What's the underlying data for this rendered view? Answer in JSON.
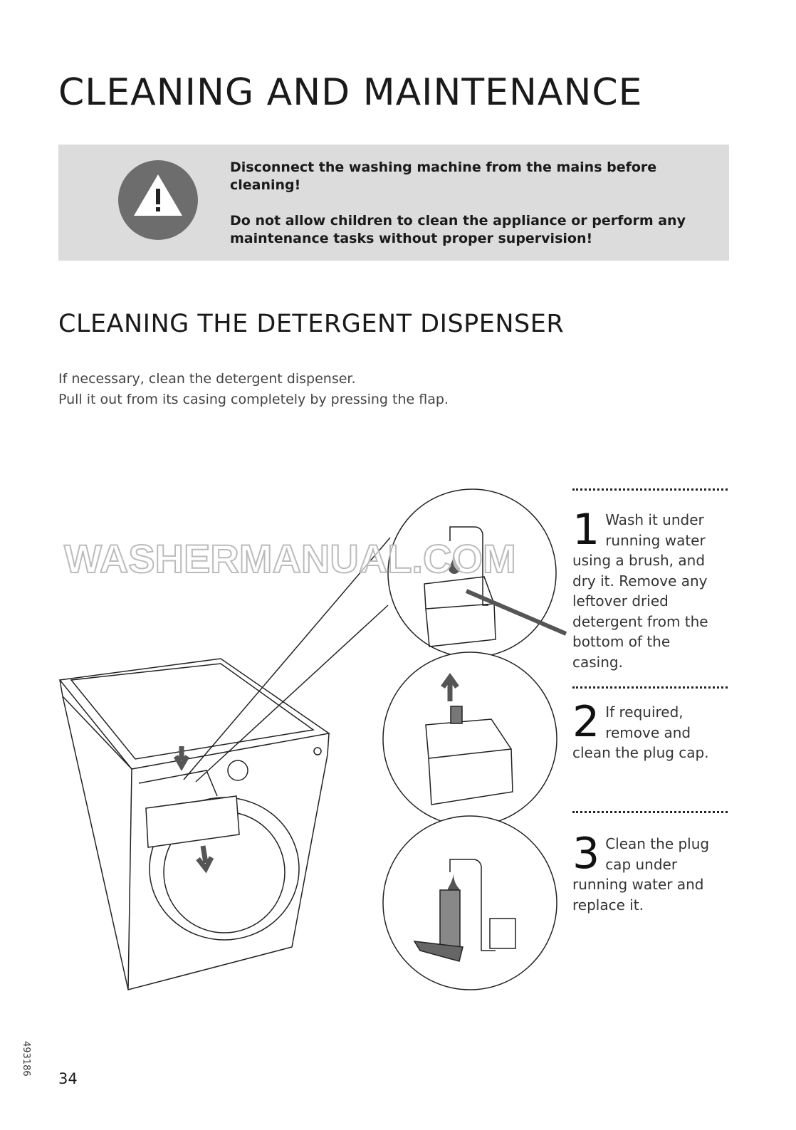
{
  "title": "CLEANING AND MAINTENANCE",
  "warning": {
    "icon": "warning-triangle-icon",
    "lines": [
      "Disconnect the washing machine from the mains before cleaning!",
      "Do not allow children to clean the appliance or perform any maintenance tasks without proper supervision!"
    ]
  },
  "section": {
    "title": "CLEANING THE DETERGENT DISPENSER",
    "intro": [
      "If necessary, clean the detergent dispenser.",
      "Pull it out from its casing completely by pressing the flap."
    ]
  },
  "steps": [
    {
      "number": "1",
      "text": "Wash it under running water using a brush, and dry it. Remove any leftover dried detergent from the bottom of the casing."
    },
    {
      "number": "2",
      "text": "If required, remove and clean the plug cap."
    },
    {
      "number": "3",
      "text": "Clean the plug cap under running water and replace it."
    }
  ],
  "watermark": "WASHERMANUAL.COM",
  "doc_code": "493186",
  "page_number": "34"
}
